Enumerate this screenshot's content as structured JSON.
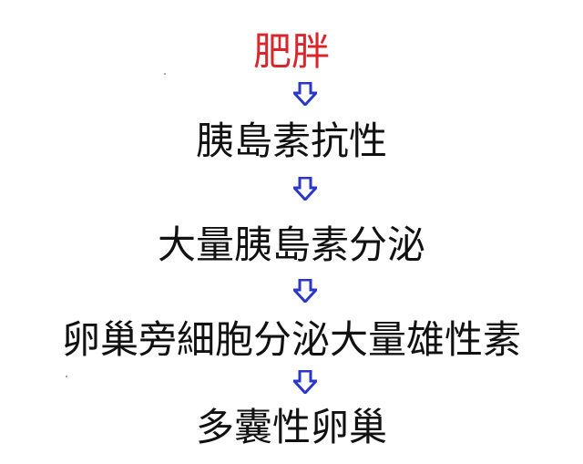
{
  "flow": {
    "steps": [
      {
        "label": "肥胖",
        "color": "#d8262c"
      },
      {
        "label": "胰島素抗性",
        "color": "#111111"
      },
      {
        "label": "大量胰島素分泌",
        "color": "#111111"
      },
      {
        "label": "卵巢旁細胞分泌大量雄性素",
        "color": "#111111"
      },
      {
        "label": "多囊性卵巢",
        "color": "#111111"
      }
    ],
    "arrow": {
      "icon": "down-arrow-icon",
      "color": "#2b37c9"
    }
  }
}
